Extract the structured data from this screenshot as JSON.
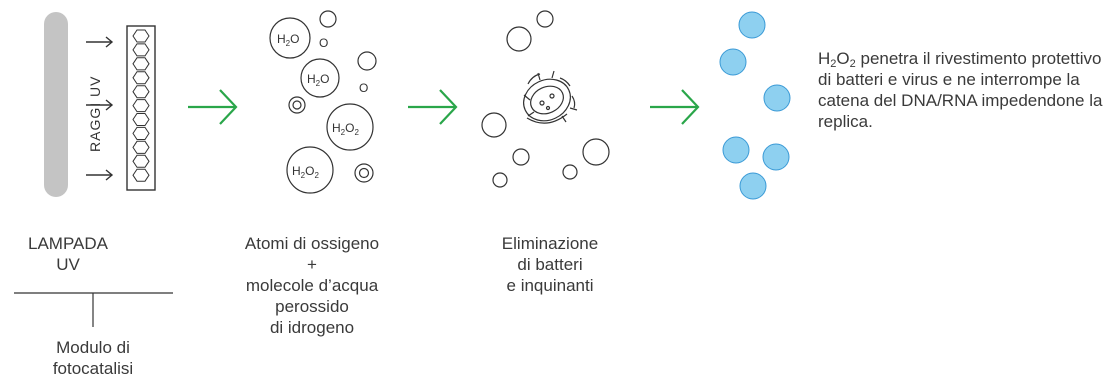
{
  "colors": {
    "lamp": "#c4c4c4",
    "arrow_green": "#2aa64a",
    "droplet_fill": "#8ed0f0",
    "droplet_stroke": "#3a9ad6",
    "line": "#333333"
  },
  "lamp": {
    "label": "RAGGI UV",
    "caption": "LAMPADA\nUV"
  },
  "module": {
    "caption": "Modulo di\nfotocatalisi"
  },
  "molecules": {
    "h2o": "H",
    "sub2": "2",
    "o": "O",
    "caption": "Atomi di ossigeno\n+\nmolecole d’acqua\nperossido\ndi idrogeno"
  },
  "elimination": {
    "caption": "Eliminazione\ndi batteri\ne inquinanti"
  },
  "description": {
    "formula_h": "H",
    "formula_sub1": "2",
    "formula_o": "O",
    "formula_sub2": "2",
    "text": " penetra il rivestimento protettivo di batteri e virus e ne interrompe la catena del DNA/RNA impedendone la replica."
  },
  "icons": [
    "arrow-right-icon",
    "hexagon-filter-icon",
    "bacterium-icon",
    "droplet-icon"
  ]
}
